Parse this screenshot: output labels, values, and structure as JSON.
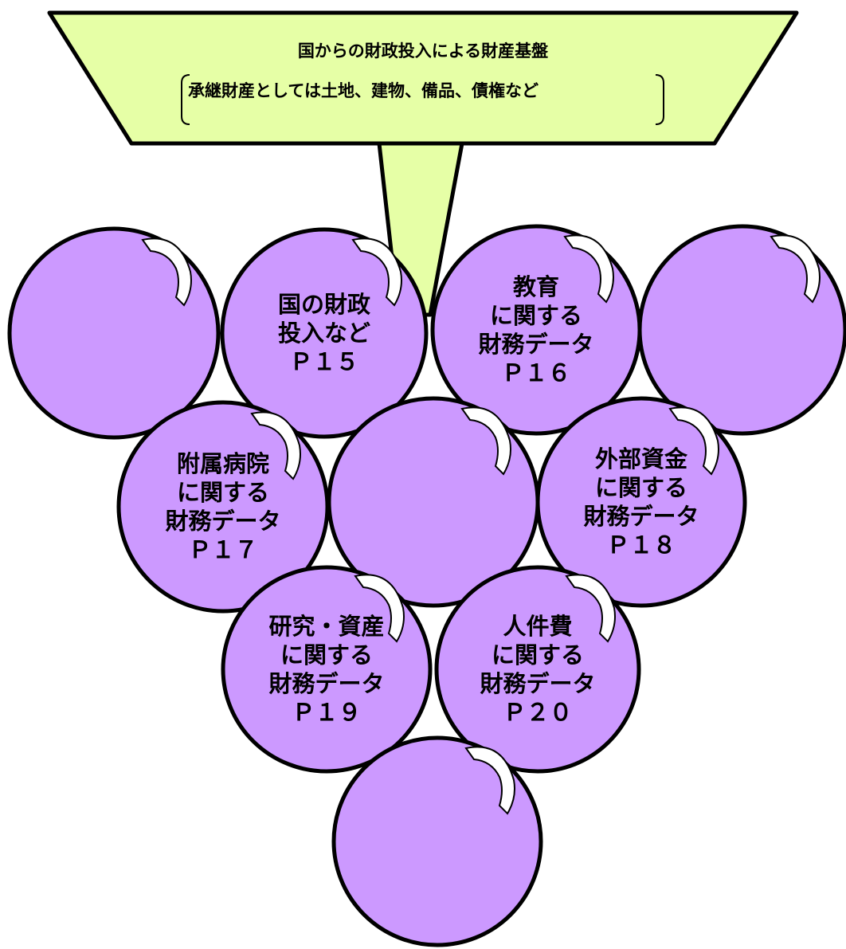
{
  "colors": {
    "banner": "#e6ffa6",
    "grape": "#cc99ff",
    "outline": "#000000",
    "highlight": "#ffffff"
  },
  "banner": {
    "title": "国からの財政投入による財産基盤",
    "subtitle": "承継財産としては土地、建物、備品、債権など"
  },
  "grapes": [
    {
      "id": "grape-1",
      "lines": []
    },
    {
      "id": "grape-2",
      "lines": [
        "国の財政",
        "投入など",
        "Ｐ１５"
      ]
    },
    {
      "id": "grape-3",
      "lines": [
        "教育",
        "に関する",
        "財務データ",
        "Ｐ１６"
      ]
    },
    {
      "id": "grape-4",
      "lines": []
    },
    {
      "id": "grape-5",
      "lines": [
        "附属病院",
        "に関する",
        "財務データ",
        "Ｐ１７"
      ]
    },
    {
      "id": "grape-6",
      "lines": []
    },
    {
      "id": "grape-7",
      "lines": [
        "外部資金",
        "に関する",
        "財務データ",
        "Ｐ１８"
      ]
    },
    {
      "id": "grape-8",
      "lines": [
        "研究・資産",
        "に関する",
        "財務データ",
        "Ｐ１９"
      ]
    },
    {
      "id": "grape-9",
      "lines": [
        "人件費",
        "に関する",
        "財務データ",
        "Ｐ２０"
      ]
    },
    {
      "id": "grape-10",
      "lines": []
    }
  ]
}
